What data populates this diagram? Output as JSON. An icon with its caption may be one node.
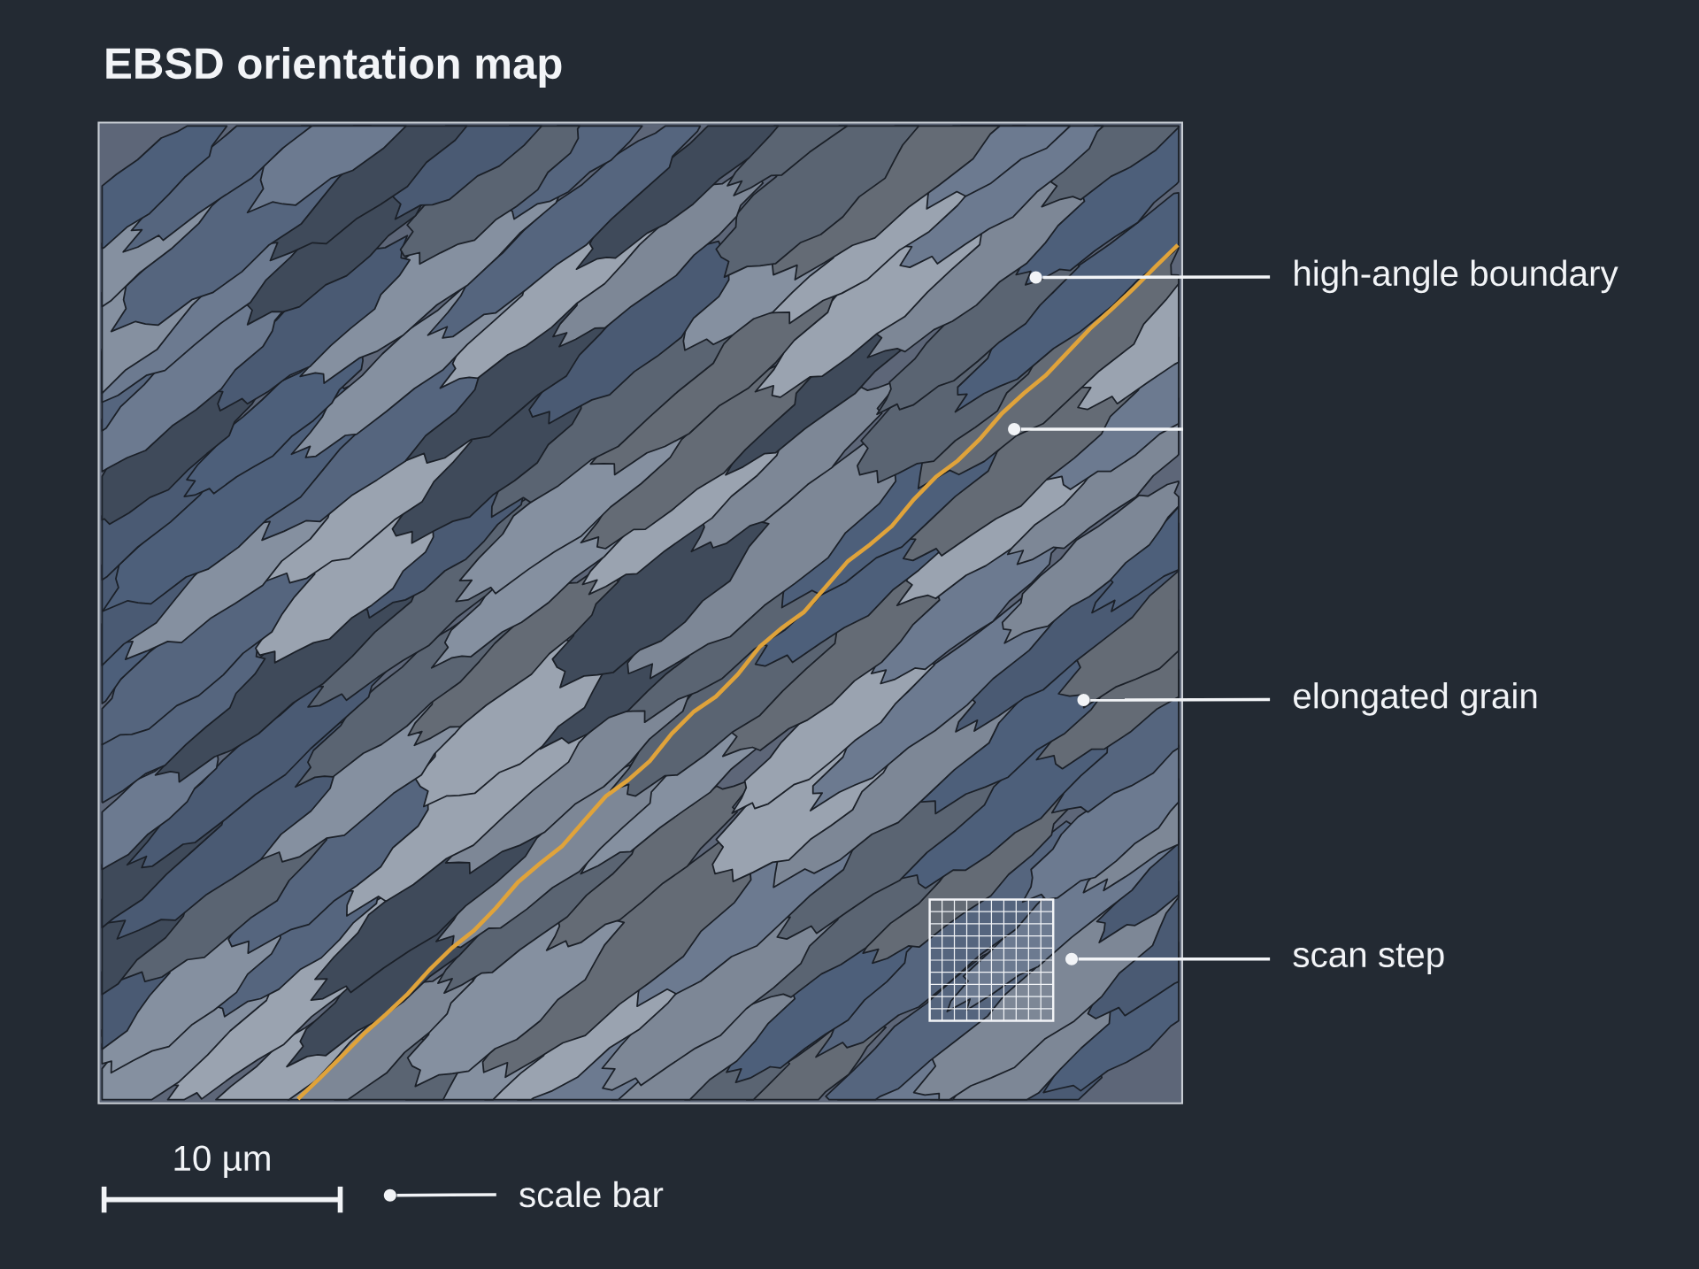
{
  "diagram": {
    "title": "EBSD orientation map",
    "nodes": [
      {
        "text": [],
        "shape": "picture"
      },
      {
        "text": [],
        "shape": "circle",
        "in": 0
      },
      {
        "text": [],
        "shape": "circle",
        "in": 0
      },
      {
        "text": [],
        "shape": "circle",
        "in": 0
      },
      {
        "text": [],
        "shape": "box",
        "in": 0
      },
      {
        "text": [],
        "shape": "circle",
        "in": 0
      },
      {
        "text": [
          "high-angle boundary"
        ]
      },
      {
        "text": [
          "elongated grain"
        ]
      },
      {
        "text": [
          "scan step"
        ]
      },
      {
        "text": [
          "10 µm"
        ]
      },
      {
        "text": [],
        "shape": "circle"
      },
      {
        "text": [
          "scale bar"
        ]
      }
    ],
    "edges": [
      {
        "from": 6,
        "to": 1,
        "arrow": "none"
      },
      {
        "from": 0,
        "to": 2,
        "arrow": "none"
      },
      {
        "from": 7,
        "to": 3,
        "arrow": "none"
      },
      {
        "from": 8,
        "to": 5,
        "arrow": "none"
      },
      {
        "from": 11,
        "to": 10,
        "arrow": "none"
      }
    ]
  }
}
